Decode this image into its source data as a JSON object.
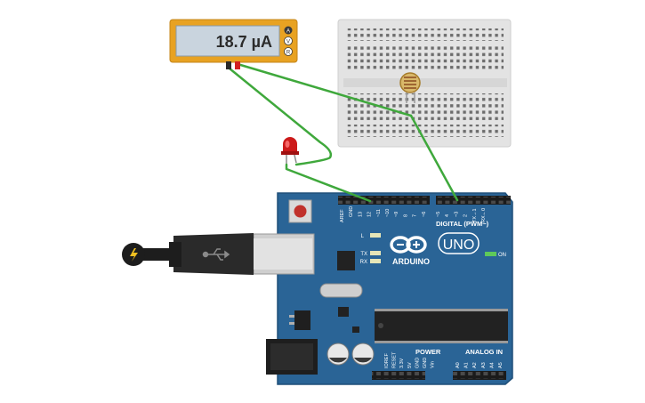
{
  "multimeter": {
    "reading": "18.7 µA",
    "mode_buttons": [
      "A",
      "V",
      "R"
    ]
  },
  "arduino": {
    "brand": "ARDUINO",
    "model": "UNO",
    "on_label": "ON",
    "led_labels": [
      "L",
      "TX",
      "RX"
    ],
    "digital_header_label": "DIGITAL (PWM~)",
    "digital_pins": [
      "AREF",
      "GND",
      "13",
      "12",
      "~11",
      "~10",
      "~9",
      "8",
      "7",
      "~6",
      "~5",
      "4",
      "~3",
      "2",
      "TX→1",
      "RX←0"
    ],
    "power_label": "POWER",
    "power_pins": [
      "IOREF",
      "RESET",
      "3.3V",
      "5V",
      "GND",
      "GND",
      "Vin"
    ],
    "analog_label": "ANALOG IN",
    "analog_pins": [
      "A0",
      "A1",
      "A2",
      "A3",
      "A4",
      "A5"
    ]
  },
  "colors": {
    "wire": "#3fa83c",
    "board": "#2a6496",
    "meter_frame": "#e8a222",
    "led": "#cc1a1a"
  },
  "icons": [
    "usb-symbol-icon",
    "power-bolt-icon"
  ]
}
